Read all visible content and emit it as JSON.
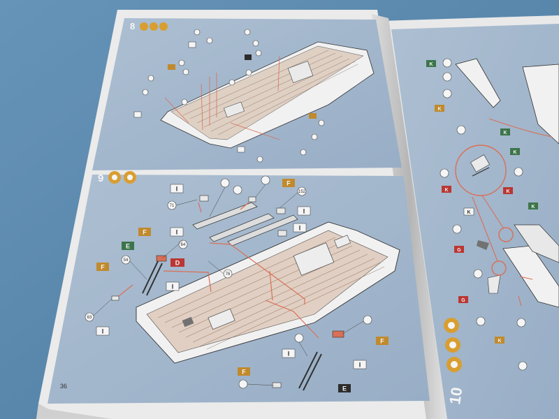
{
  "photo": {
    "subject": "Model kit instruction booklet",
    "colors": {
      "table": "#5f90b7",
      "page": "#f4f4f4",
      "panel": "#a9bfd6",
      "assembly_arrow": "#e2745a",
      "tag_green": "#3f7a4e",
      "tag_red": "#c23a36",
      "tag_yellow": "#c8902f"
    }
  },
  "booklet": {
    "page_number": "36",
    "step_top": "8",
    "step_mid": "9",
    "step_right": "10",
    "part_tags": [
      "E",
      "F",
      "D",
      "I",
      "G",
      "K"
    ],
    "step9_part_numbers": [
      "54",
      "63",
      "64",
      "71",
      "76",
      "152"
    ]
  }
}
